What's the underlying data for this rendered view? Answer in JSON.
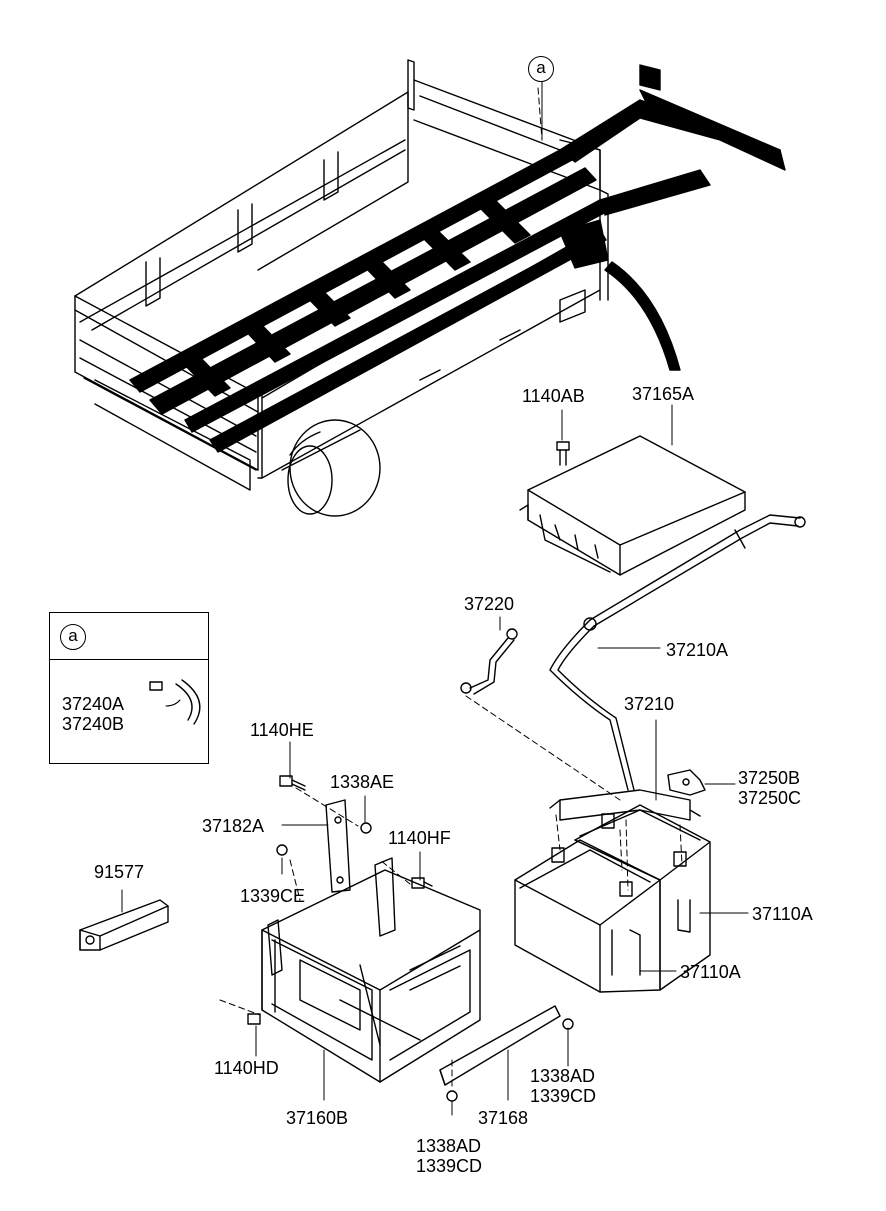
{
  "diagram": {
    "ref_marker": "a",
    "inset": {
      "marker": "a",
      "parts": [
        "37240A",
        "37240B"
      ]
    },
    "labels": {
      "p1140AB": "1140AB",
      "p37165A": "37165A",
      "p37220": "37220",
      "p37210A": "37210A",
      "p37210": "37210",
      "p37250": [
        "37250B",
        "37250C"
      ],
      "p1140HE": "1140HE",
      "p1338AE": "1338AE",
      "p37182A": "37182A",
      "p1140HF": "1140HF",
      "p1339CE": "1339CE",
      "p91577": "91577",
      "p37110A_a": "37110A",
      "p37110A_b": "37110A",
      "p1140HD": "1140HD",
      "p37160B": "37160B",
      "p37168": "37168",
      "p1338AD_a": [
        "1338AD",
        "1339CD"
      ],
      "p1338AD_b": [
        "1338AD",
        "1339CD"
      ]
    }
  }
}
